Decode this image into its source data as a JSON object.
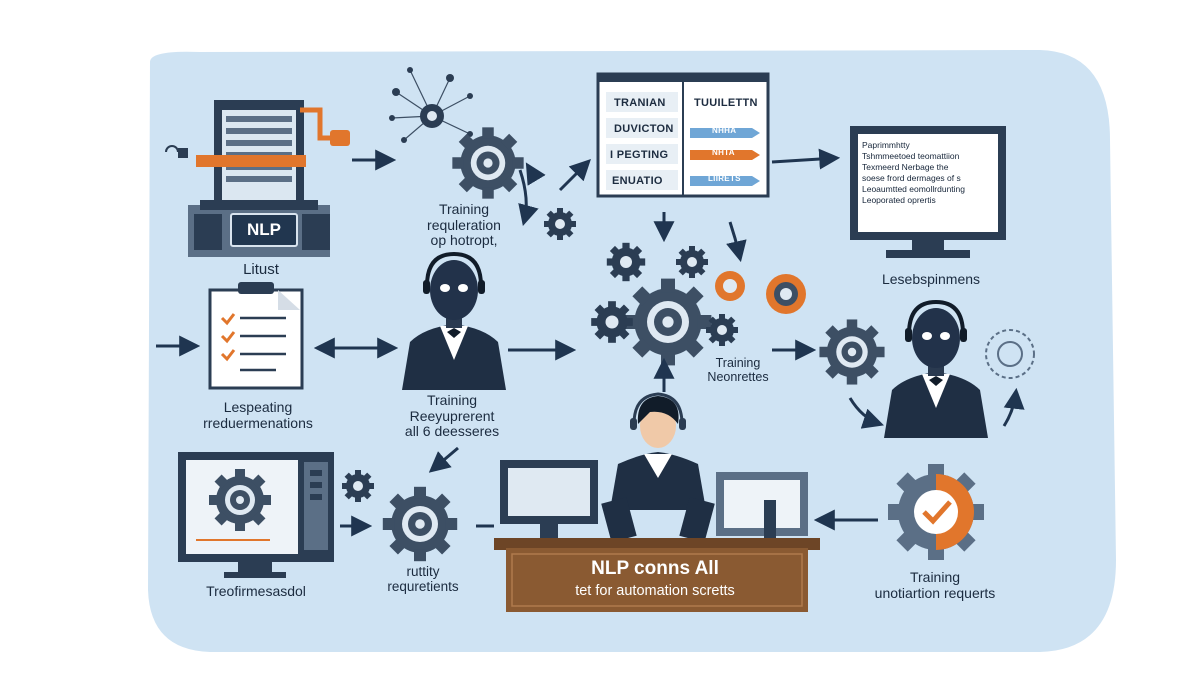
{
  "colors": {
    "panel": "#cfe3f3",
    "navy": "#1f3550",
    "steel": "#5b6f86",
    "orange": "#e1762c",
    "desk": "#8a5a32",
    "arrow": "#1f3550"
  },
  "server": {
    "badge": "NLP",
    "label": "Litust"
  },
  "gear_cluster_top": {
    "label_lines": [
      "Training",
      "requleration",
      "op hotropt,"
    ]
  },
  "mapping_table": {
    "left": [
      "TRANIAN",
      "DUVICTON",
      "I PEGTING",
      "ENUATIO"
    ],
    "right": [
      "TUUILETTN",
      "NHHA",
      "NHTA",
      "LIIRETS"
    ]
  },
  "monitor_right": {
    "screen_lines": [
      "Paprimmhtty",
      "Tshmmeetoed teomattiion",
      "Texmeerd Nerbage the",
      "soese frord dermages of s",
      "Leoaumtted eomollrdunting",
      "Leoporated oprertis"
    ],
    "label": "Lesebspinmens"
  },
  "checklist": {
    "label_lines": [
      "Lespeating",
      "rreduermenations"
    ]
  },
  "agent_center": {
    "label_lines": [
      "Training",
      "Reeyuprerent",
      "all 6 deesseres"
    ]
  },
  "gear_center": {
    "label_lines": [
      "Training",
      "Neonrettes"
    ]
  },
  "old_screen": {
    "label": "Treofirmesasdol"
  },
  "gear_bottom": {
    "label_lines": [
      "ruttity",
      "requretients"
    ]
  },
  "desk": {
    "line1": "NLP conns All",
    "line2": "tet for automation scretts"
  },
  "check_gear": {
    "label_lines": [
      "Training",
      "unotiartion requerts"
    ]
  }
}
